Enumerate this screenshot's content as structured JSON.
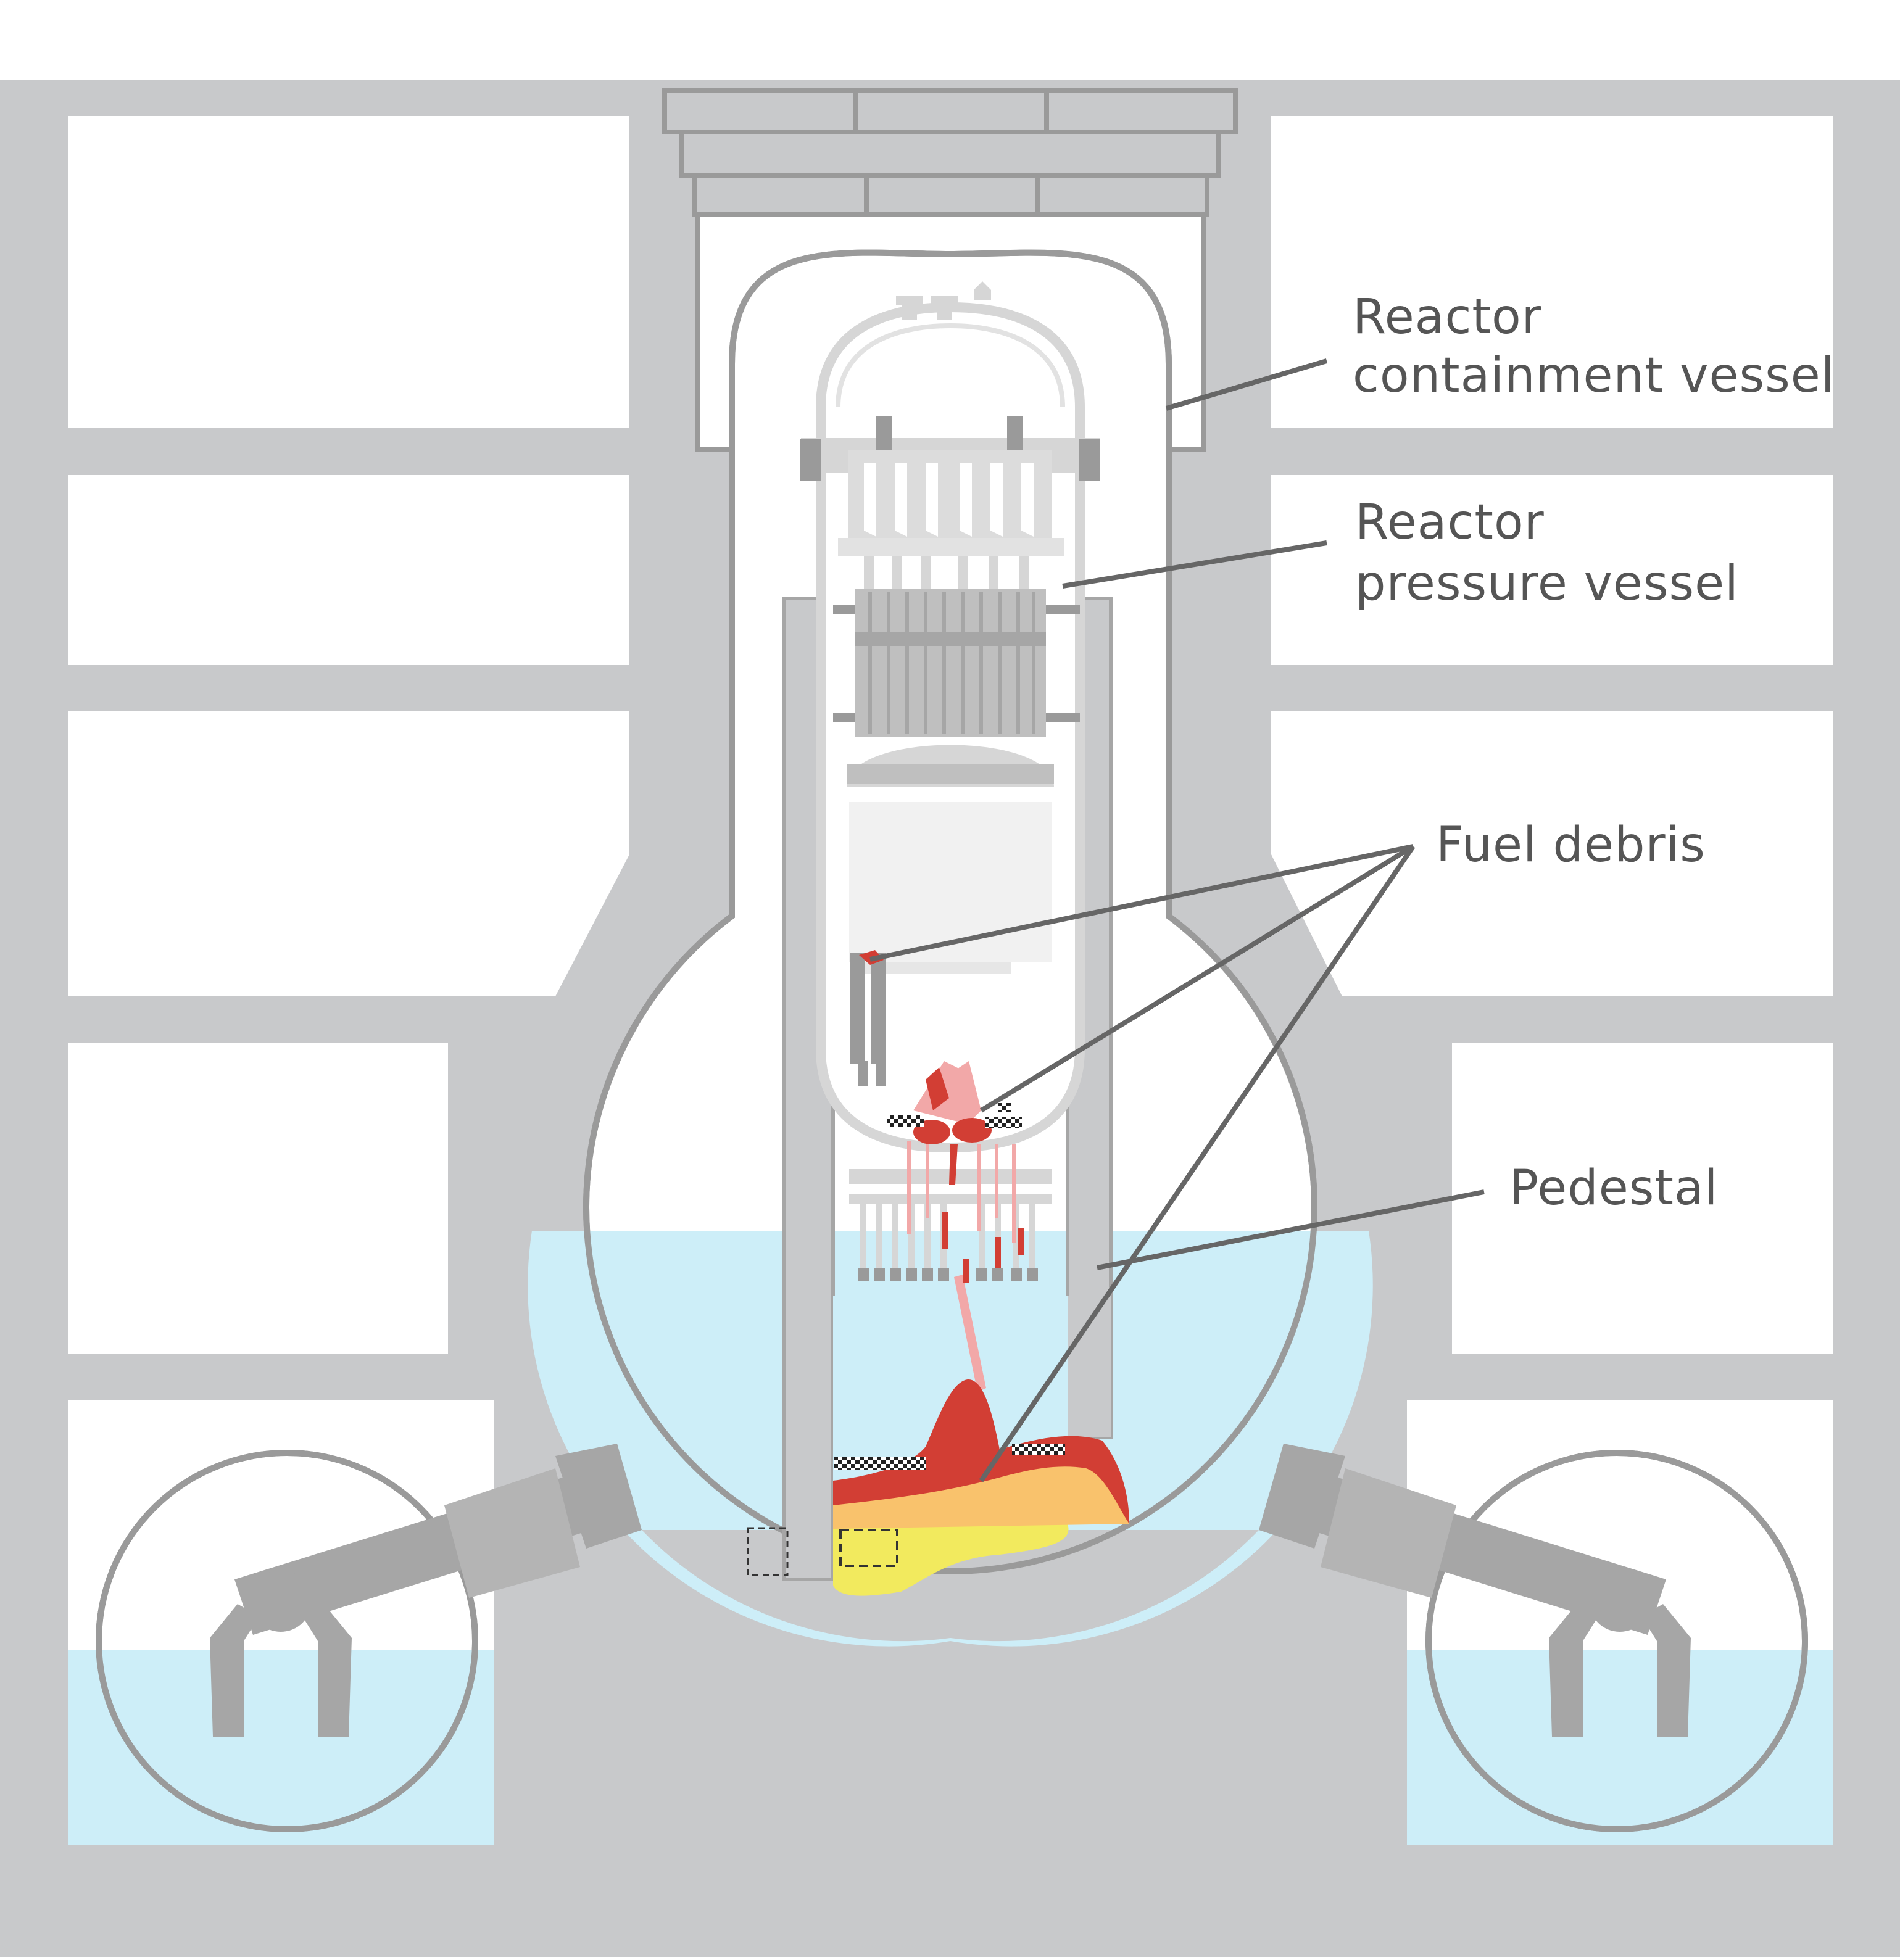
{
  "labels": {
    "containment_line1": "Reactor",
    "containment_line2": "containment vessel",
    "pressure_line1": "Reactor",
    "pressure_line2": "pressure vessel",
    "fuel_debris": "Fuel debris",
    "pedestal": "Pedestal"
  },
  "colors": {
    "building": "#c8c9cb",
    "wall_dark": "#a6a6a6",
    "water": "#cdeef8",
    "white": "#ffffff",
    "vessel_outline": "#9a9a9a",
    "internals": "#d6d6d6",
    "leader_line": "#666666",
    "debris_red": "#d23e34",
    "debris_pink": "#f2a8a8",
    "debris_orange": "#f9c26c",
    "debris_yellow": "#f2ea5e",
    "text": "#555555"
  }
}
